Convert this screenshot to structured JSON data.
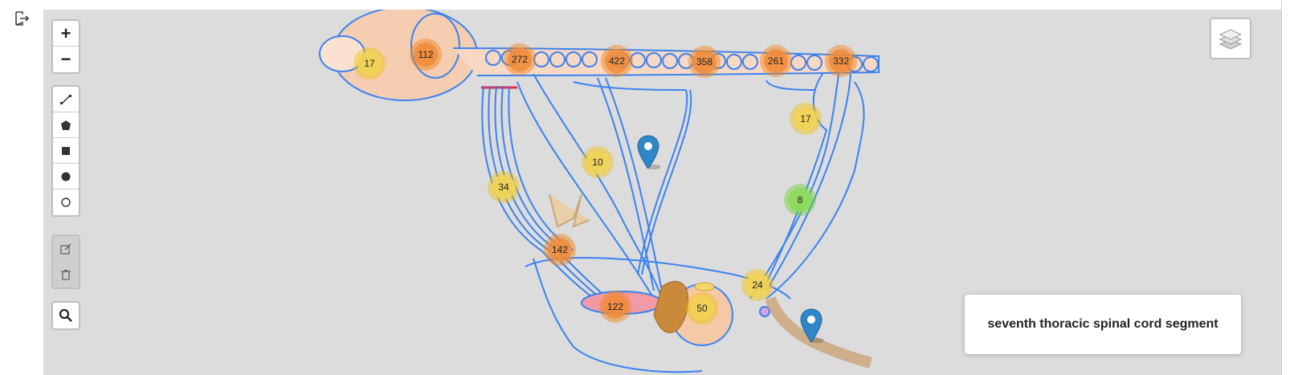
{
  "toolbar": {
    "zoom_in_label": "+",
    "zoom_out_label": "−"
  },
  "info_box": {
    "label": "seventh thoracic spinal cord segment"
  },
  "clusters": [
    {
      "count": "17",
      "color": "yellow"
    },
    {
      "count": "112",
      "color": "orange"
    },
    {
      "count": "272",
      "color": "orange"
    },
    {
      "count": "422",
      "color": "orange"
    },
    {
      "count": "358",
      "color": "orange"
    },
    {
      "count": "261",
      "color": "orange"
    },
    {
      "count": "332",
      "color": "orange"
    },
    {
      "count": "17",
      "color": "yellow"
    },
    {
      "count": "10",
      "color": "yellow"
    },
    {
      "count": "34",
      "color": "yellow"
    },
    {
      "count": "8",
      "color": "green"
    },
    {
      "count": "142",
      "color": "orange"
    },
    {
      "count": "24",
      "color": "yellow"
    },
    {
      "count": "122",
      "color": "orange"
    },
    {
      "count": "50",
      "color": "yellow"
    }
  ],
  "colors": {
    "nerve": "#3b82f0",
    "map_background": "#dcdcdc",
    "marker": "#2f87c8"
  }
}
